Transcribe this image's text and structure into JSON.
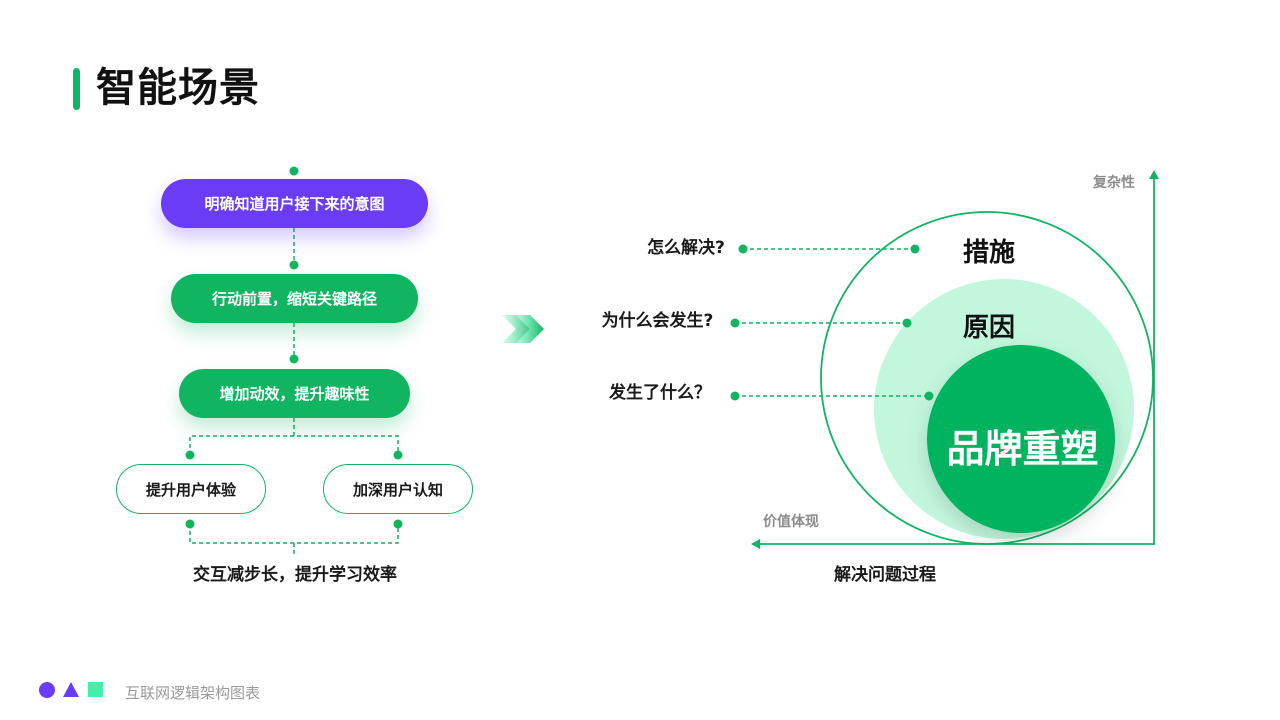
{
  "page": {
    "title": "智能场景",
    "footer": "互联网逻辑架构图表"
  },
  "flow": {
    "step1": "明确知道用户接下来的意图",
    "step2": "行动前置，缩短关键路径",
    "step3": "增加动效，提升趣味性",
    "branch_left": "提升用户体验",
    "branch_right": "加深用户认知",
    "result": "交互减步长，提升学习效率"
  },
  "rings": {
    "questions": [
      "怎么解决?",
      "为什么会发生?",
      "发生了什么？"
    ],
    "outer": "措施",
    "middle": "原因",
    "core": "品牌重塑",
    "axis_vertical": "复杂性",
    "axis_horizontal": "价值体现",
    "caption": "解决问题过程"
  },
  "colors": {
    "primary_green": "#10b461",
    "purple": "#6b3cf5",
    "light_green": "#c2f7dd",
    "mint": "#3ef0a8"
  },
  "icons": [
    "circle-shape-icon",
    "triangle-shape-icon",
    "square-shape-icon",
    "double-chevron-right-icon"
  ]
}
